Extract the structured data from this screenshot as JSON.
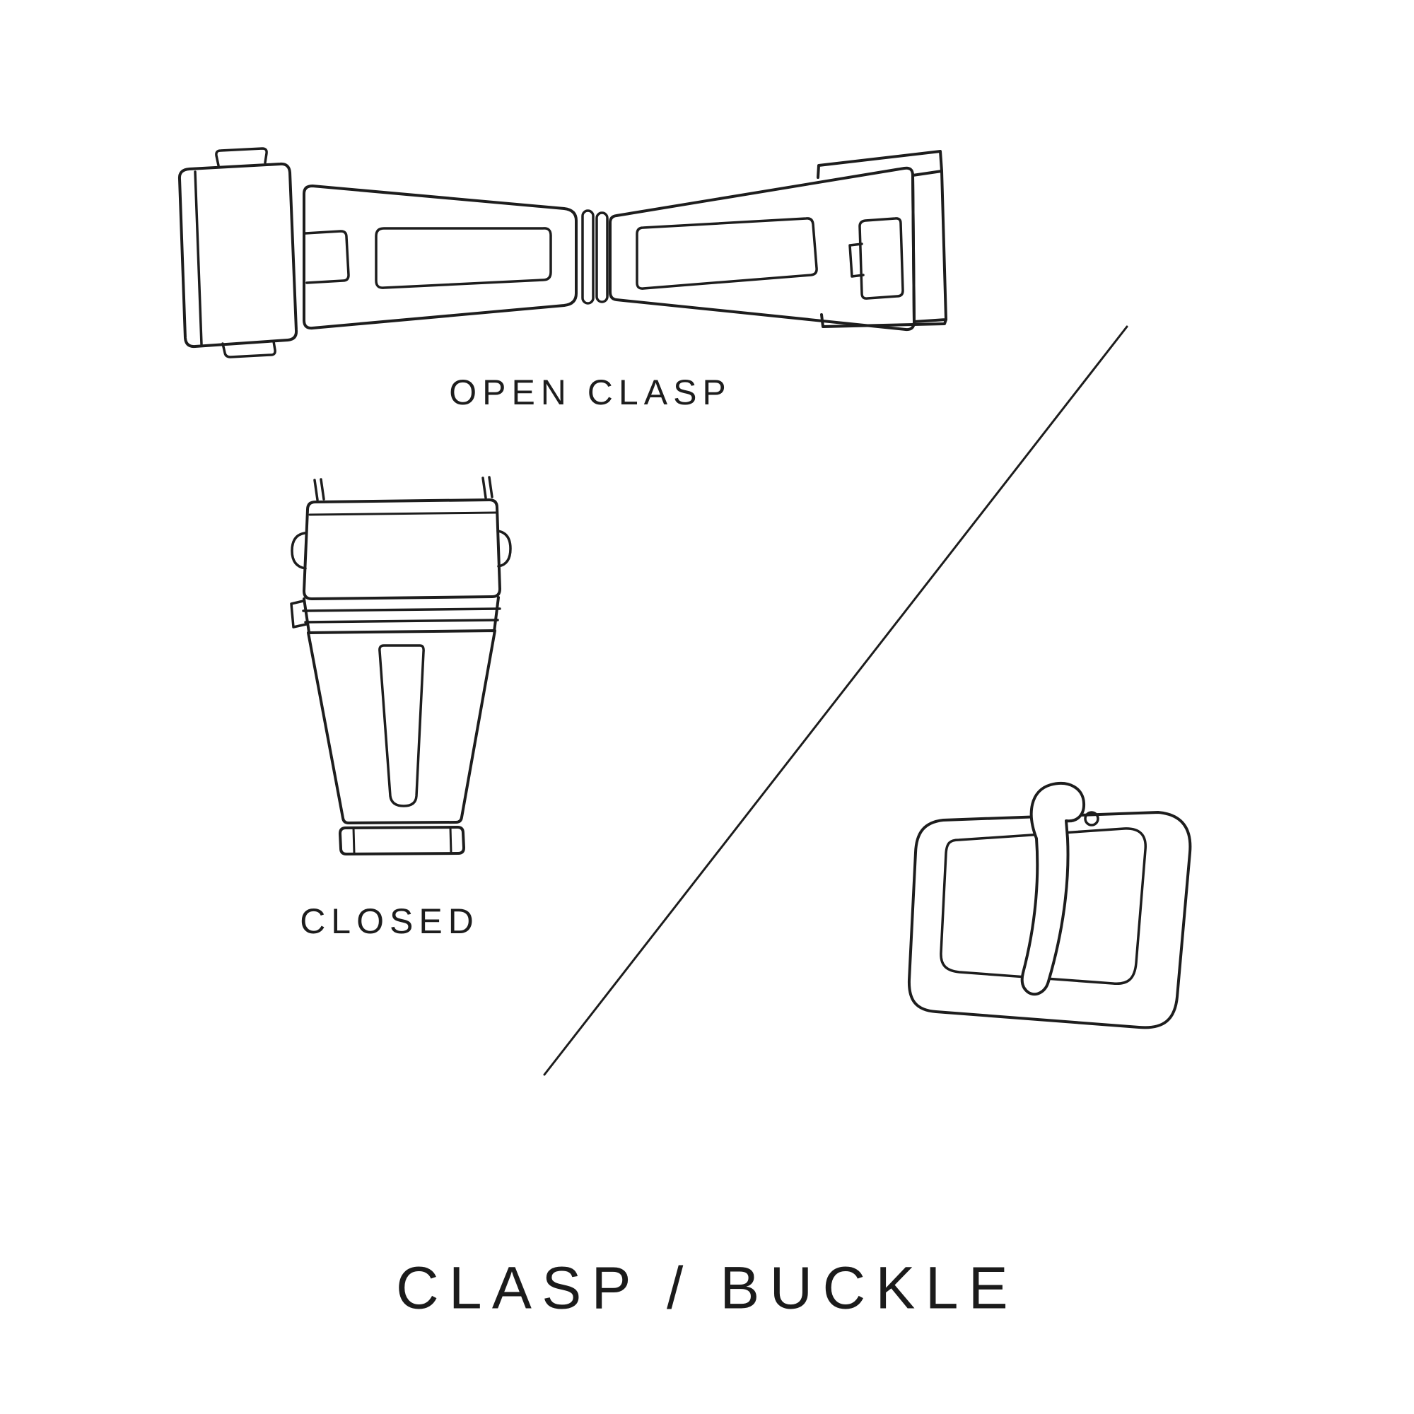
{
  "page": {
    "title": "CLASP / BUCKLE",
    "background_color": "#ffffff",
    "line_color": "#1d1d1d"
  },
  "figures": {
    "open_clasp": {
      "icon": "open-clasp-illustration",
      "label": "OPEN CLASP"
    },
    "closed_clasp": {
      "icon": "closed-clasp-illustration",
      "label": "CLOSED"
    },
    "pin_buckle": {
      "icon": "pin-buckle-illustration"
    }
  }
}
